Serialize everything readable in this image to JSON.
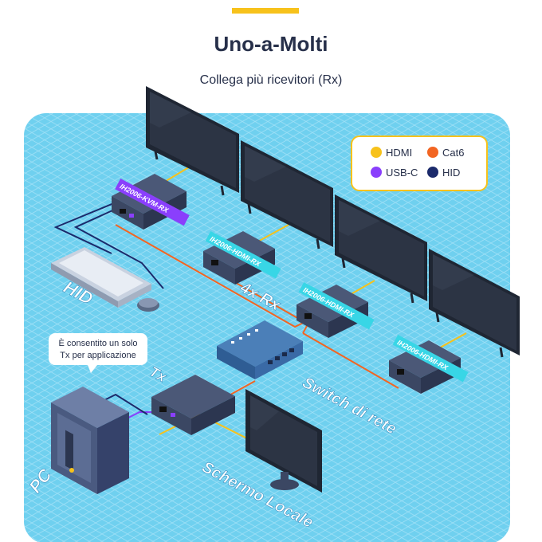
{
  "header": {
    "title": "Uno-a-Molti",
    "subtitle": "Collega più ricevitori (Rx)"
  },
  "legend": {
    "items": [
      {
        "label": "HDMI",
        "color": "#f7c21b"
      },
      {
        "label": "Cat6",
        "color": "#f26522"
      },
      {
        "label": "USB-C",
        "color": "#8a3ffc"
      },
      {
        "label": "HID",
        "color": "#1b2a6b"
      }
    ]
  },
  "devices": {
    "kvm_rx": "IH2006-KVM-RX",
    "hdmi_rx": [
      "IH2006-HDMI-RX",
      "IH2006-HDMI-RX",
      "IH2006-HDMI-RX"
    ]
  },
  "labels": {
    "hid": "HID",
    "rx_count": "4x Rx",
    "tx": "Tx",
    "switch": "Switch di rete",
    "pc": "PC",
    "local_screen": "Schermo Locale"
  },
  "note": {
    "line1": "È consentito un solo",
    "line2": "Tx per applicazione"
  },
  "colors": {
    "background": "#6fd0ef",
    "grid": "#9fe0f6",
    "device_body": "#3b4763",
    "tv_frame": "#1f2633"
  }
}
